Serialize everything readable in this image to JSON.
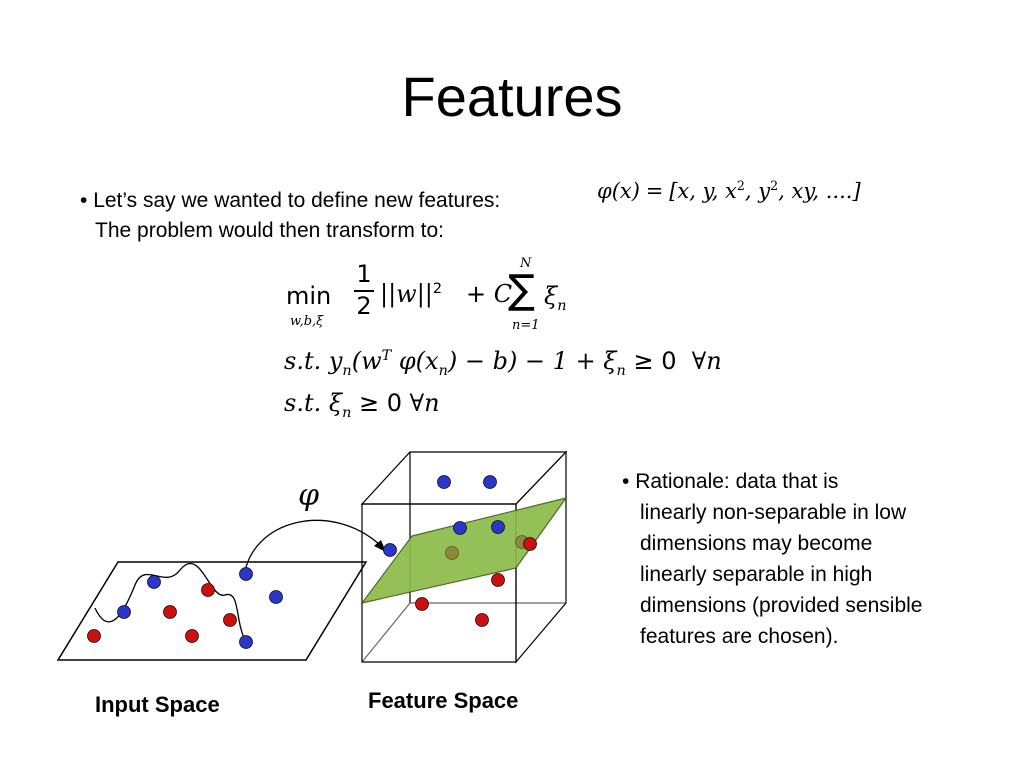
{
  "title": "Features",
  "bullet1": {
    "line1": "Let’s say we wanted to define new features:",
    "line2": "The problem would then transform to:",
    "phi_def": {
      "lhs": "φ(x)",
      "eq": "=",
      "rhs_open": "[x, y, x",
      "sup1": "2",
      "rhs_mid": ", y",
      "sup2": "2",
      "rhs_close": ", xy, ....]"
    }
  },
  "objective": {
    "min": "min",
    "min_sub": "w,b,ξ",
    "frac_num": "1",
    "frac_den": "2",
    "norm": "||w||",
    "norm_sup": "2",
    "plus": "+",
    "C": "C",
    "sum_top": "N",
    "sum_symbol": "∑",
    "sum_bottom": "n=1",
    "xi": "ξ",
    "xi_sub": "n"
  },
  "constraint1": {
    "st": "s.t.",
    "y": "y",
    "y_sub": "n",
    "open": "(w",
    "T": "T",
    "phi": "φ(x",
    "x_sub": "n",
    "close": ") − b) − 1 + ξ",
    "xi_sub": "n",
    "ge": "≥ 0",
    "forall": "∀n"
  },
  "constraint2": {
    "st": "s.t.",
    "xi": "ξ",
    "xi_sub": "n",
    "ge": "≥ 0",
    "forall": "∀n"
  },
  "rationale": {
    "line1": "Rationale: data that is",
    "line2": "linearly non-separable in low",
    "line3": "dimensions may become",
    "line4": "linearly separable in high",
    "line5": "dimensions (provided sensible",
    "line6": "features are chosen)."
  },
  "figure": {
    "phi_label": "φ",
    "input_label": "Input Space",
    "feature_label": "Feature Space",
    "colors": {
      "red": "#cc1010",
      "blue": "#2a36c8",
      "plane": "#8dbb4a",
      "plane_dark": "#4f7a22"
    }
  }
}
